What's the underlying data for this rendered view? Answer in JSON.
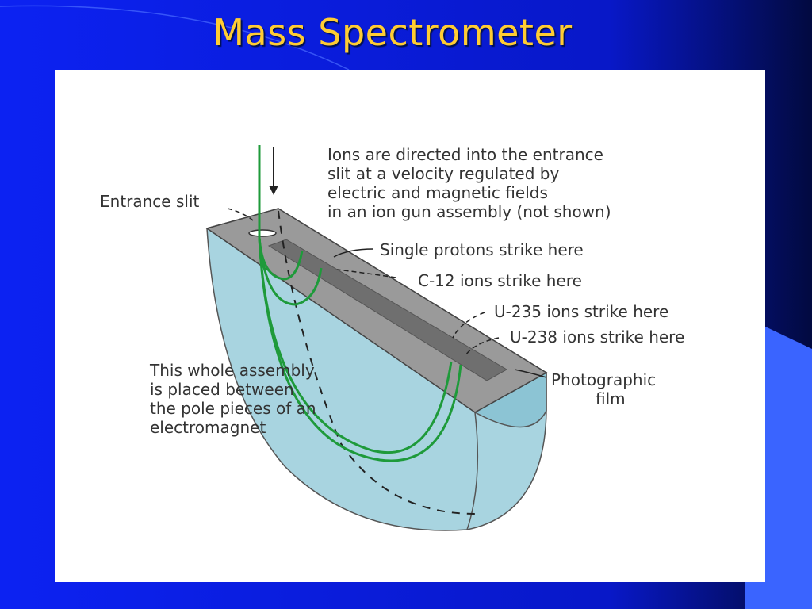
{
  "slide": {
    "title": "Mass Spectrometer"
  },
  "diagram": {
    "labels": {
      "entrance_slit": "Entrance slit",
      "ions_note": [
        "Ions are directed into the entrance",
        "slit at a velocity regulated by",
        "electric and magnetic fields",
        "in an ion gun assembly (not shown)"
      ],
      "single_protons": "Single protons strike here",
      "c12": "C-12 ions strike here",
      "u235": "U-235 ions strike here",
      "u238": "U-238 ions strike here",
      "photographic_film": [
        "Photographic",
        "film"
      ],
      "assembly_note": [
        "This whole assembly",
        "is placed between",
        "the pole pieces of an",
        "electromagnet"
      ]
    },
    "colors": {
      "body_fill": "#a8d4e0",
      "top_face": "#9a9a9a",
      "film": "#6f6f6f",
      "ion_path": "#1e9a3a",
      "text": "#333333"
    }
  }
}
